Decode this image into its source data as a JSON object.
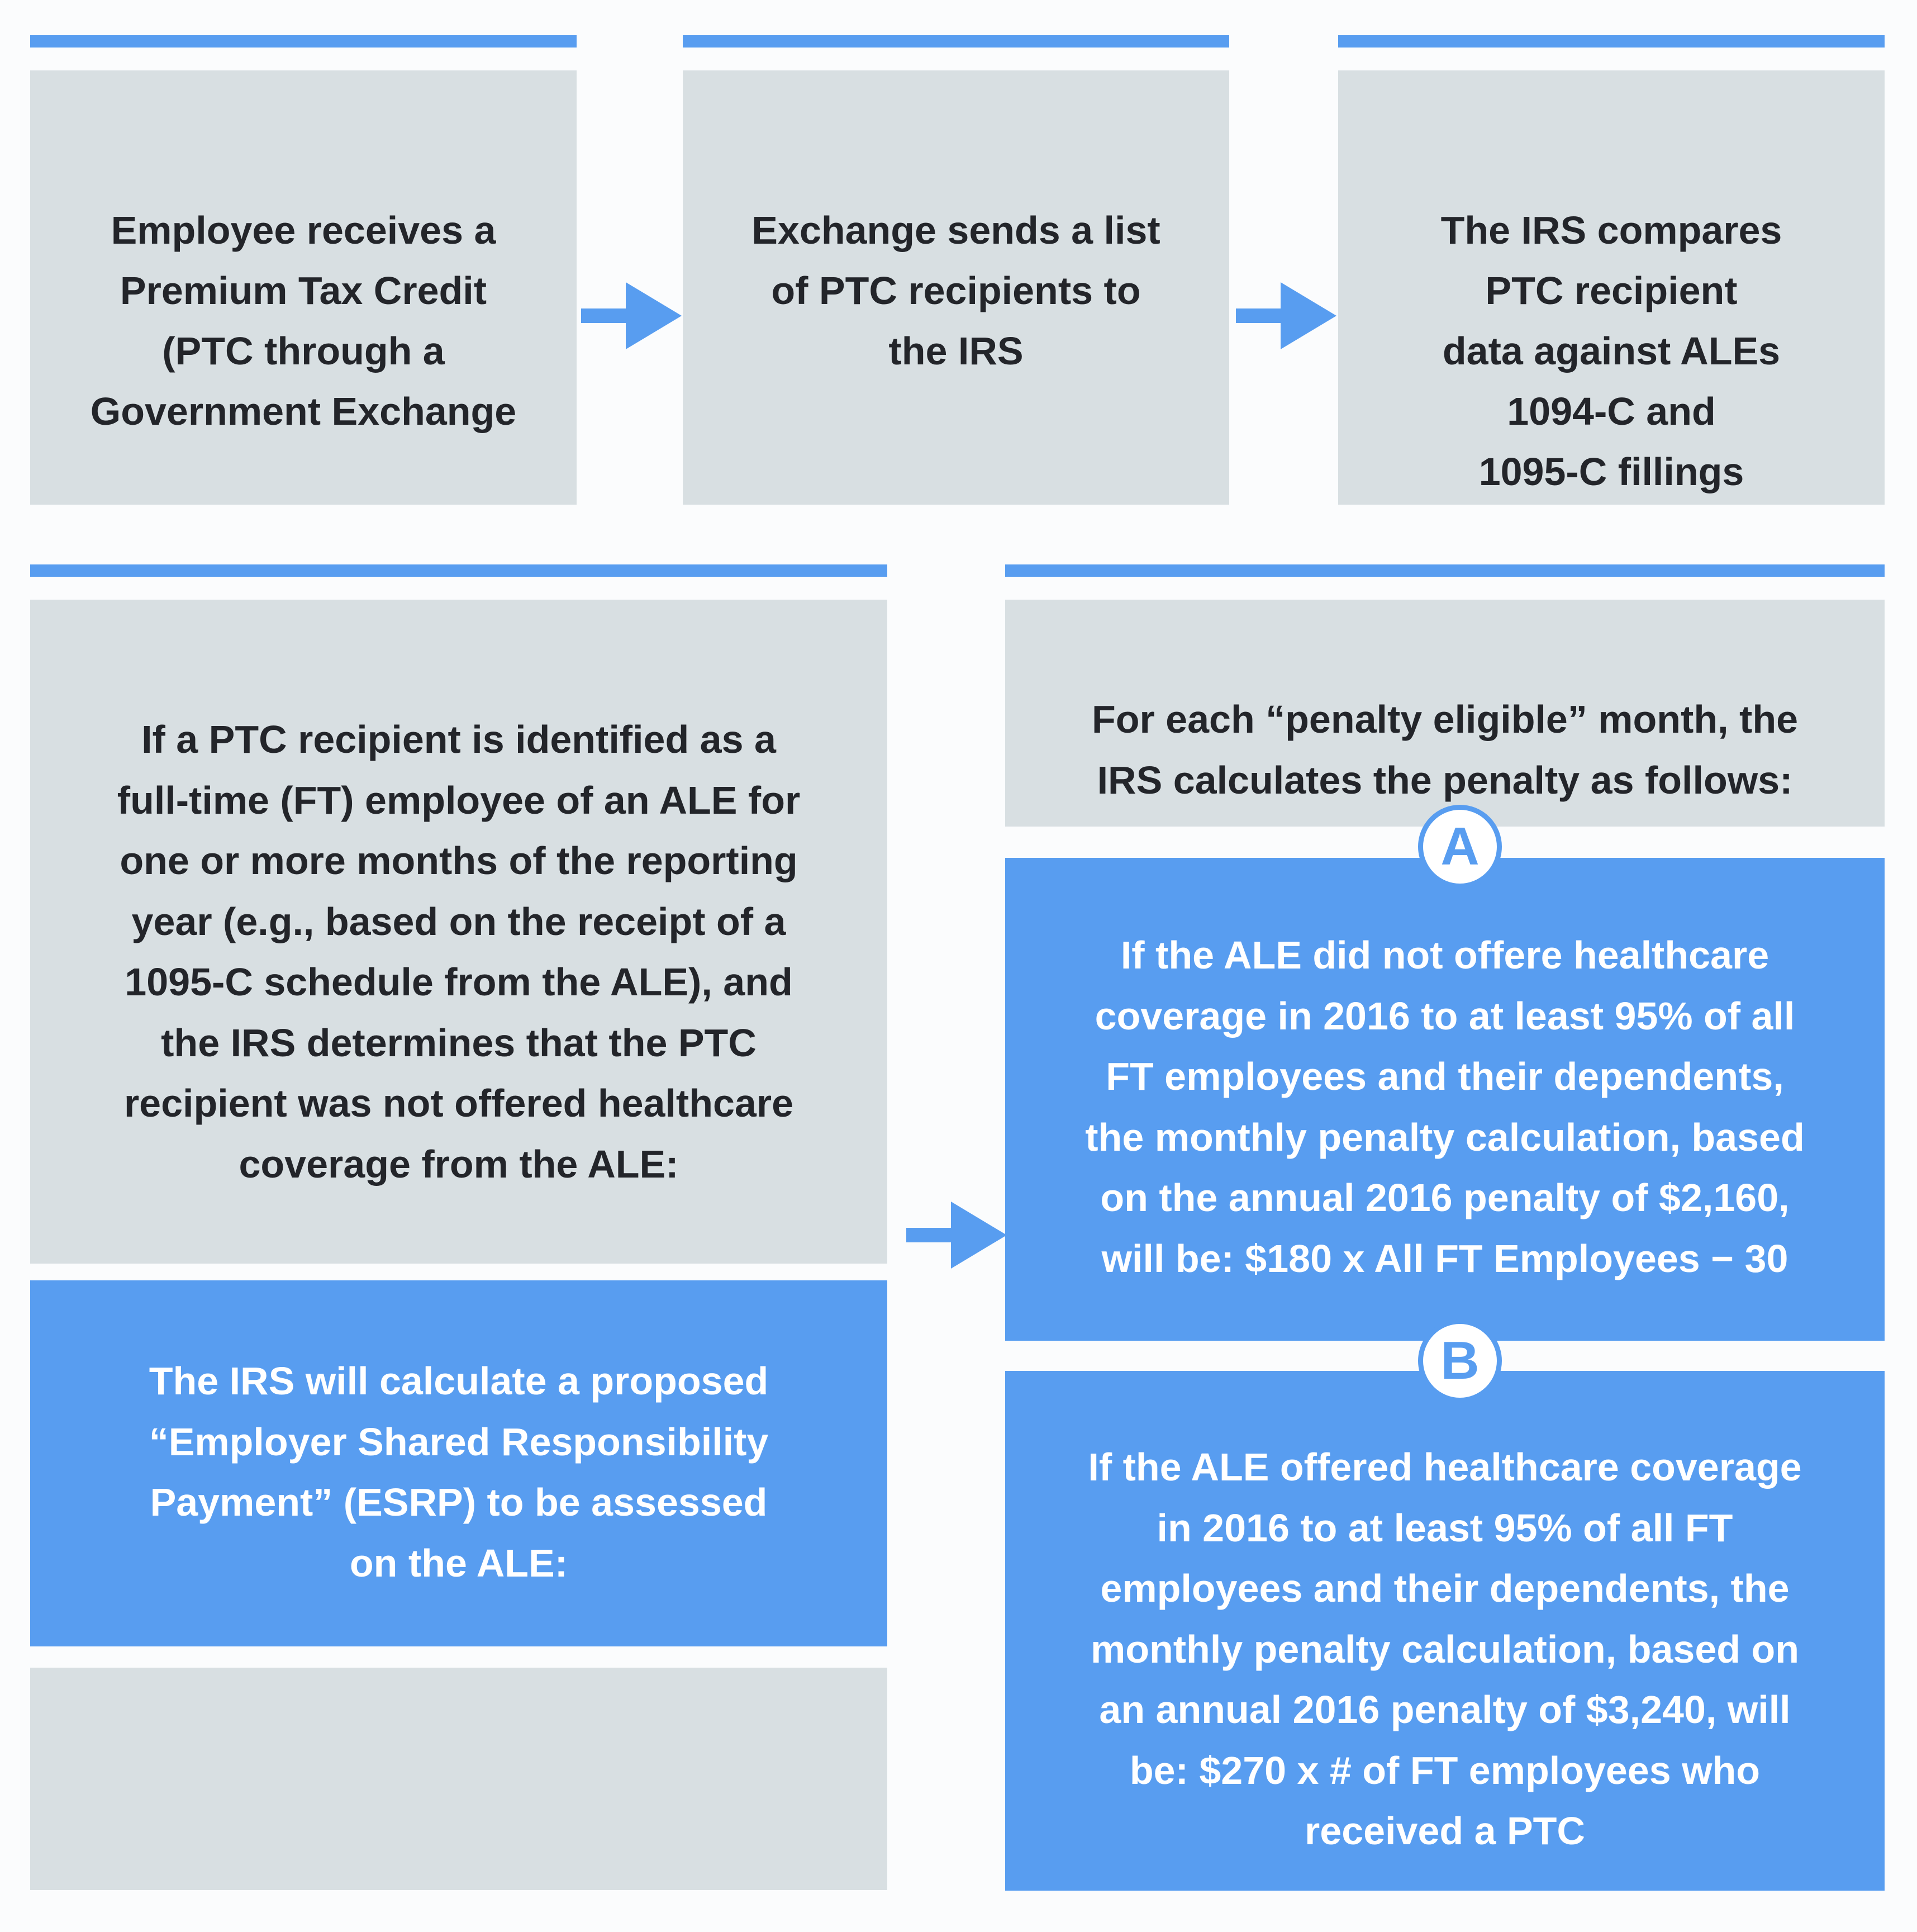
{
  "steps": {
    "step1": "Employee receives a\nPremium Tax Credit\n(PTC through a\nGovernment Exchange",
    "step2": "Exchange sends a list\nof PTC recipients to\nthe IRS",
    "step3": "The IRS compares\nPTC recipient\ndata against ALEs\n1094-C and\n1095-C fillings",
    "identification": "If a PTC recipient is identified as a\nfull-time (FT) employee of an ALE for\none or more months of the reporting\nyear (e.g., based on the receipt of a\n1095-C schedule from the ALE), and\nthe IRS determines that the PTC\nrecipient was not offered healthcare\ncoverage from the ALE:",
    "esrp": "The IRS will calculate a proposed\n“Employer Shared Responsibility\nPayment” (ESRP) to be assessed\non the ALE:",
    "penalty_intro": "For each “penalty eligible” month, the\nIRS calculates the penalty as follows:",
    "option_a": "If the ALE did not offere healthcare\ncoverage in 2016 to at least 95% of all\nFT employees and their dependents,\nthe monthly penalty calculation, based\non the annual 2016 penalty of $2,160,\nwill be: $180 x All FT Employees − 30",
    "option_b": "If the ALE offered healthcare coverage\nin 2016 to at least 95% of all FT\nemployees and their dependents, the\nmonthly penalty calculation, based on\nan annual 2016 penalty of $3,240, will\nbe: $270 x # of FT employees who\nreceived a PTC"
  },
  "badges": {
    "a": "A",
    "b": "B"
  },
  "colors": {
    "accent": "#589df0",
    "box_gray": "#d8dfe2",
    "text_dark": "#23252a",
    "text_light": "#ffffff"
  }
}
